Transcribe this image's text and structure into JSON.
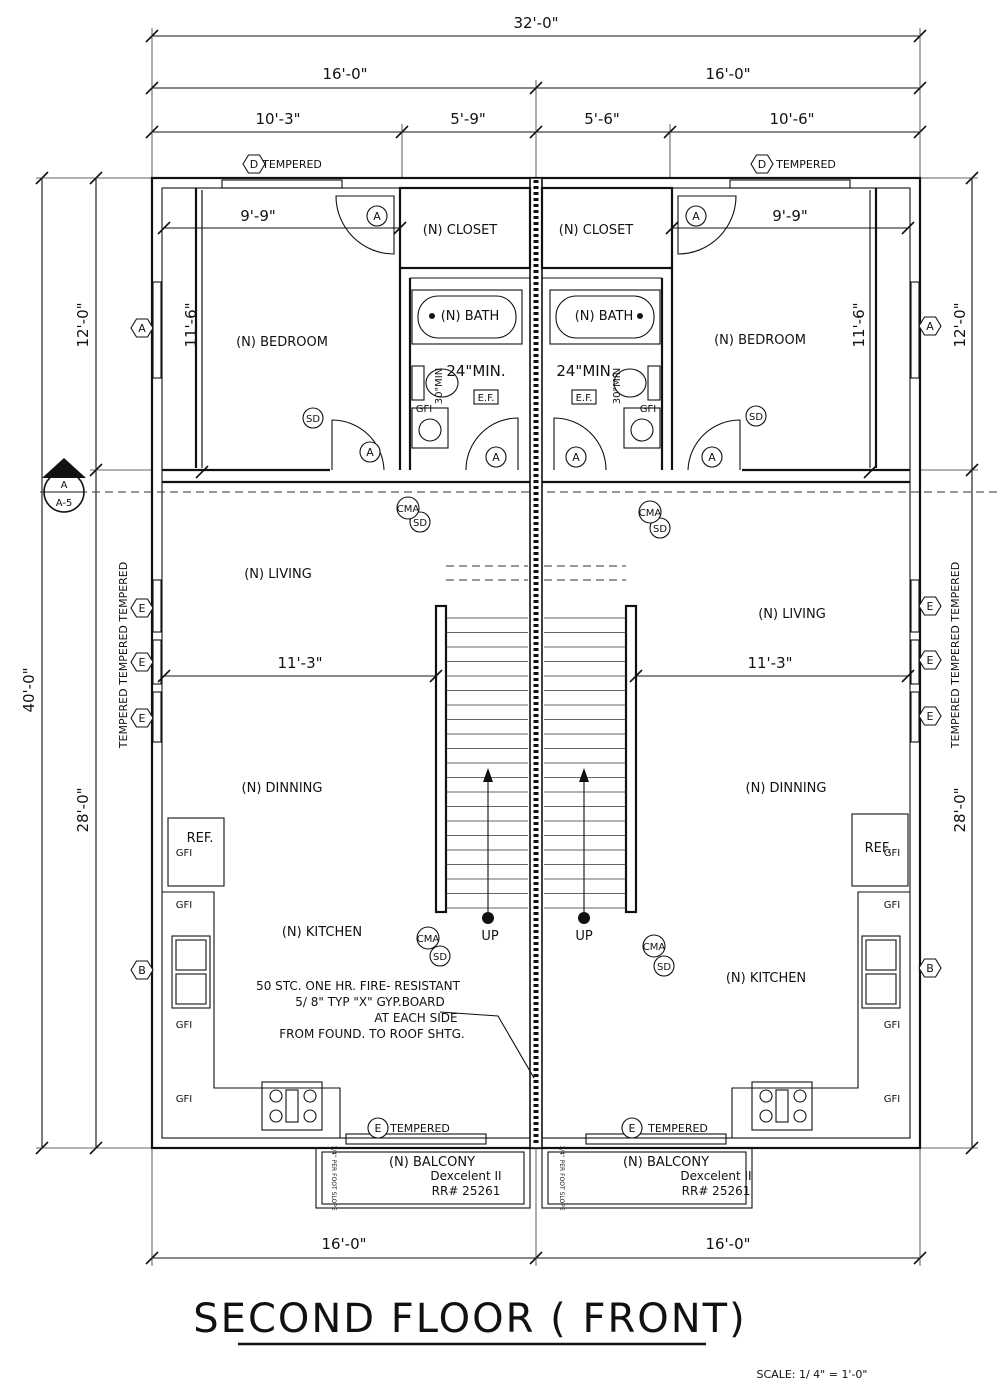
{
  "title": "SECOND FLOOR ( FRONT)",
  "scale": "SCALE: 1/ 4\" = 1'-0\"",
  "dimensions": {
    "overall_width": "32'-0\"",
    "half_top_left": "16'-0\"",
    "half_top_right": "16'-0\"",
    "top_left_a": "10'-3\"",
    "top_left_b": "5'-9\"",
    "top_right_a": "5'-6\"",
    "top_right_b": "10'-6\"",
    "bedroom_width_left": "9'-9\"",
    "bedroom_width_right": "9'-9\"",
    "bedroom_depth_left": "11'-6\"",
    "bedroom_depth_right": "11'-6\"",
    "bedroom_zone_left": "12'-0\"",
    "bedroom_zone_right": "12'-0\"",
    "overall_depth": "40'-0\"",
    "living_zone_left": "28'-0\"",
    "living_zone_right": "28'-0\"",
    "living_width_left": "11'-3\"",
    "living_width_right": "11'-3\"",
    "bottom_left": "16'-0\"",
    "bottom_right": "16'-0\"",
    "bath_clear_left": "24\"MIN.",
    "bath_clear_right": "24\"MIN.",
    "bath_side_left": "30\"MIN",
    "bath_side_right": "30\"MIN"
  },
  "rooms": {
    "closet_left": "(N) CLOSET",
    "closet_right": "(N) CLOSET",
    "bath_left": "(N) BATH",
    "bath_right": "(N) BATH",
    "bedroom_left": "(N) BEDROOM",
    "bedroom_right": "(N) BEDROOM",
    "living_left": "(N) LIVING",
    "living_right": "(N) LIVING",
    "dining_left": "(N) DINNING",
    "dining_right": "(N) DINNING",
    "kitchen_left": "(N) KITCHEN",
    "kitchen_right": "(N) KITCHEN",
    "balcony_left": "(N) BALCONY",
    "balcony_right": "(N) BALCONY"
  },
  "tags": {
    "door": "A",
    "window_d": "D",
    "window_e": "E",
    "window_b": "B",
    "smoke": "SD",
    "co_alarm": "CMA",
    "exhaust_fan": "E.F.",
    "gfi": "GFI",
    "fridge": "REF.",
    "stair_up": "UP",
    "tempered": "TEMPERED",
    "tempered_stack": "TEMPERED TEMPERED TEMPERED",
    "section_letter": "A",
    "section_sheet": "A-5",
    "balcony_product": "Dexcelent II",
    "balcony_rr": "RR# 25261",
    "slope": "1/4\" PER FOOT SLOPE"
  },
  "fire_wall_note": [
    "50 STC. ONE HR. FIRE- RESISTANT",
    "5/ 8\" TYP \"X\" GYP.BOARD",
    "AT EACH SIDE",
    "FROM FOUND. TO ROOF SHTG."
  ]
}
